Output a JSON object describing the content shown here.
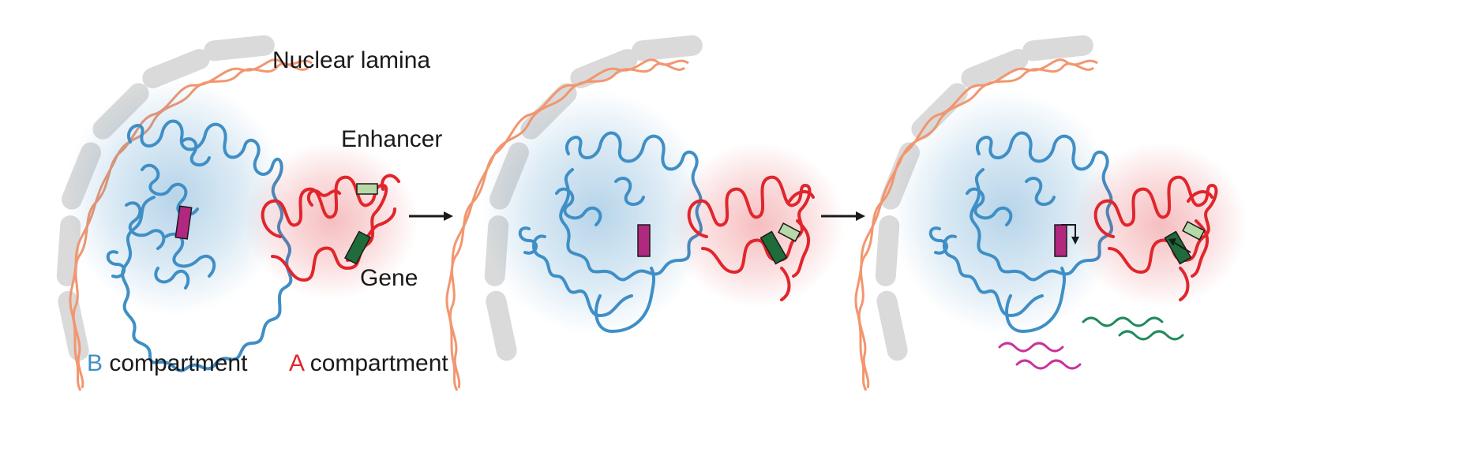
{
  "labels": {
    "nuclear_lamina": "Nuclear lamina",
    "enhancer": "Enhancer",
    "gene": "Gene",
    "legend_b_letter": "B",
    "legend_b_text": " compartment",
    "legend_a_letter": "A",
    "legend_a_text": " compartment"
  },
  "colors": {
    "b_compartment": "#3f8fc6",
    "a_compartment": "#e0262c",
    "lamina_segment": "#dadada",
    "lamina_fiber": "#f2966f",
    "gene": "#1f6b3a",
    "enhancer": "#b7d9a8",
    "b_gene": "#b0287f",
    "transcript_green": "#1f8a5a",
    "transcript_magenta": "#c8349a"
  },
  "icons": {
    "arrow": "right-arrow-icon",
    "lamina": "lamina-segment-icon",
    "chromatin": "chromatin-fiber-icon"
  }
}
